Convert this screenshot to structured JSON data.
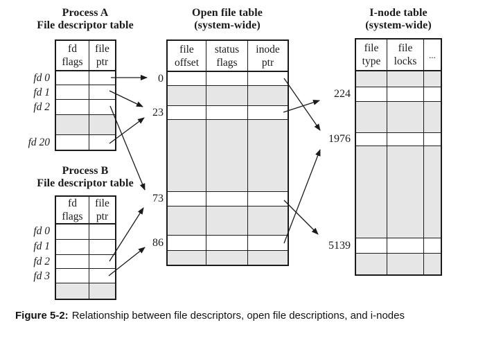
{
  "tables": {
    "process_a": {
      "title": "Process A\nFile descriptor table",
      "columns": [
        "fd\nflags",
        "file\nptr"
      ],
      "row_labels": [
        "fd 0",
        "fd 1",
        "fd 2",
        "fd 20"
      ]
    },
    "process_b": {
      "title": "Process B\nFile descriptor table",
      "columns": [
        "fd\nflags",
        "file\nptr"
      ],
      "row_labels": [
        "fd 0",
        "fd 1",
        "fd 2",
        "fd 3"
      ]
    },
    "open_file": {
      "title": "Open file table\n(system-wide)",
      "columns": [
        "file\noffset",
        "status\nflags",
        "inode\nptr"
      ],
      "row_labels": [
        "0",
        "23",
        "73",
        "86"
      ]
    },
    "inode": {
      "title": "I-node table\n(system-wide)",
      "columns": [
        "file\ntype",
        "file\nlocks",
        "..."
      ],
      "row_labels": [
        "224",
        "1976",
        "5139"
      ]
    }
  },
  "connections": [
    {
      "from": "process A fd 0",
      "to": "open file entry 0"
    },
    {
      "from": "process A fd 1",
      "to": "open file entry 23"
    },
    {
      "from": "process A fd 2",
      "to": "open file entry 73"
    },
    {
      "from": "process A fd 20",
      "to": "open file entry 23"
    },
    {
      "from": "process B fd 2",
      "to": "open file entry 73"
    },
    {
      "from": "process B fd 3",
      "to": "open file entry 86"
    },
    {
      "from": "open file entry 0",
      "to": "i-node 1976"
    },
    {
      "from": "open file entry 23",
      "to": "i-node 224"
    },
    {
      "from": "open file entry 73",
      "to": "i-node 5139"
    },
    {
      "from": "open file entry 86",
      "to": "i-node 1976"
    }
  ],
  "caption": {
    "label": "Figure 5-2:",
    "text": "Relationship between file descriptors, open file descriptions, and i-nodes"
  },
  "colors": {
    "row_shade": "#e6e6e6",
    "line": "#1a1a1a"
  }
}
